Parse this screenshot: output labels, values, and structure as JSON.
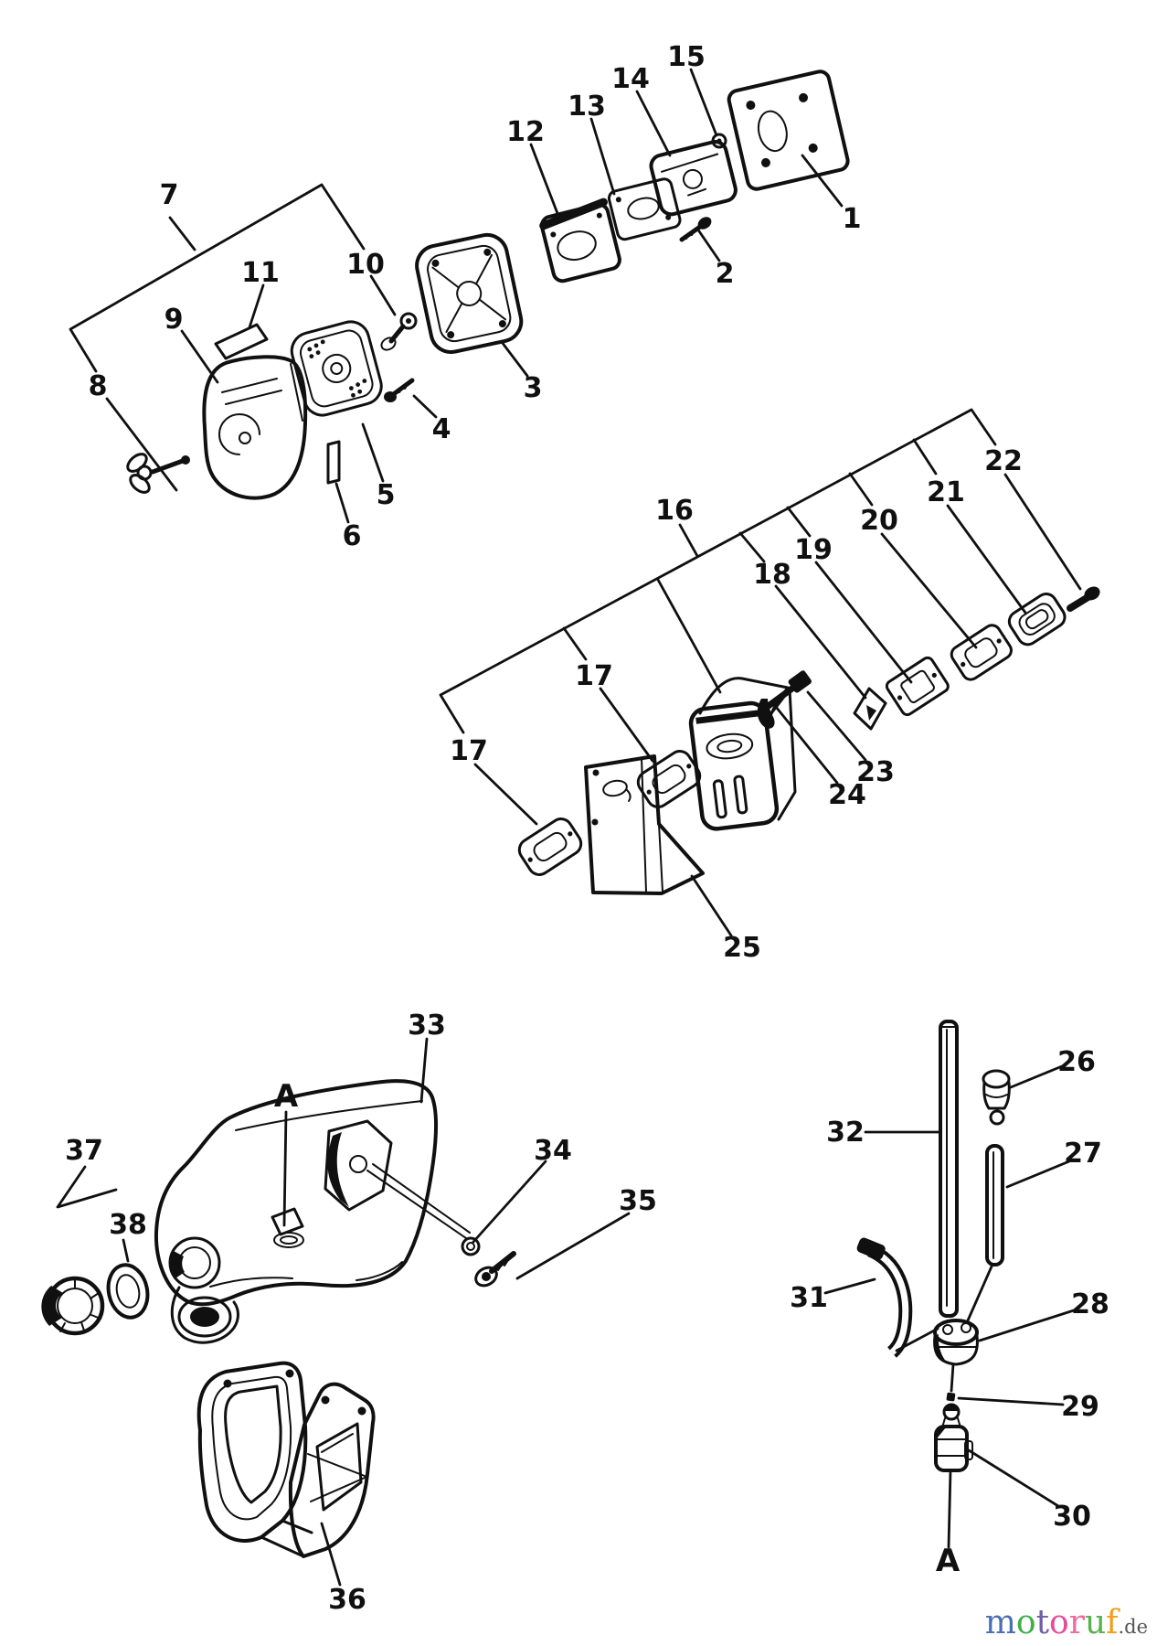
{
  "document": {
    "background": "#ffffff",
    "line_color": "#101010",
    "type": "exploded-parts-diagram"
  },
  "callouts": {
    "c1": {
      "label": "1"
    },
    "c2": {
      "label": "2"
    },
    "c3": {
      "label": "3"
    },
    "c4": {
      "label": "4"
    },
    "c5": {
      "label": "5"
    },
    "c6": {
      "label": "6"
    },
    "c7": {
      "label": "7"
    },
    "c8": {
      "label": "8"
    },
    "c9": {
      "label": "9"
    },
    "c10": {
      "label": "10"
    },
    "c11": {
      "label": "11"
    },
    "c12": {
      "label": "12"
    },
    "c13": {
      "label": "13"
    },
    "c14": {
      "label": "14"
    },
    "c15": {
      "label": "15"
    },
    "c16": {
      "label": "16"
    },
    "c17a": {
      "label": "17"
    },
    "c17b": {
      "label": "17"
    },
    "c18": {
      "label": "18"
    },
    "c19": {
      "label": "19"
    },
    "c20": {
      "label": "20"
    },
    "c21": {
      "label": "21"
    },
    "c22": {
      "label": "22"
    },
    "c23": {
      "label": "23"
    },
    "c24": {
      "label": "24"
    },
    "c25": {
      "label": "25"
    },
    "c26": {
      "label": "26"
    },
    "c27": {
      "label": "27"
    },
    "c28": {
      "label": "28"
    },
    "c29": {
      "label": "29"
    },
    "c30": {
      "label": "30"
    },
    "c31": {
      "label": "31"
    },
    "c32": {
      "label": "32"
    },
    "c33": {
      "label": "33"
    },
    "c34": {
      "label": "34"
    },
    "c35": {
      "label": "35"
    },
    "c36": {
      "label": "36"
    },
    "c37": {
      "label": "37"
    },
    "c38": {
      "label": "38"
    },
    "cA_top": {
      "label": "A"
    },
    "cA_bottom": {
      "label": "A"
    }
  },
  "watermark": {
    "letters": [
      {
        "ch": "m",
        "color": "#4a6fb5"
      },
      {
        "ch": "o",
        "color": "#3fae49"
      },
      {
        "ch": "t",
        "color": "#6f5da8"
      },
      {
        "ch": "o",
        "color": "#e84a9b"
      },
      {
        "ch": "r",
        "color": "#ef6a9e"
      },
      {
        "ch": "u",
        "color": "#56b04c"
      },
      {
        "ch": "f",
        "color": "#f59c1a"
      }
    ],
    "suffix": ".de",
    "suffix_color": "#555555"
  }
}
